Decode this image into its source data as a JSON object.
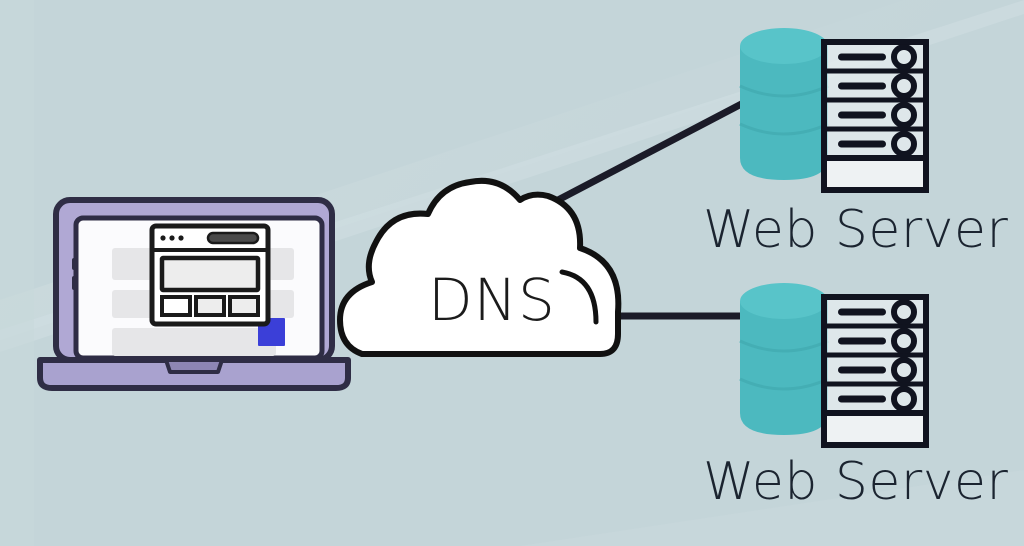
{
  "diagram": {
    "title": "DNS network topology diagram",
    "background_color": "#c4d5d9",
    "background_band_color": "#cbdade"
  },
  "client": {
    "name": "laptop-client",
    "bezel_color": "#b0a8d4",
    "outline_color": "#2f2d45",
    "screen_color": "#fbfbfd",
    "placeholder_color": "#e6e6e8",
    "accent_color": "#3b3fd8",
    "browser_mockup": {
      "name": "browser-window-mockup",
      "dot_count": 3,
      "button_count": 3,
      "outline_color": "#1a1a1a",
      "fill_color": "#ededed"
    }
  },
  "cloud": {
    "name": "dns-cloud",
    "label": "DNS",
    "fill_color": "#ffffff",
    "outline_color": "#111111"
  },
  "connections": [
    {
      "name": "cloud-to-top-server",
      "from": "dns-cloud",
      "to": "web-server-top",
      "style": "diagonal",
      "color": "#1b1b28"
    },
    {
      "name": "cloud-to-bottom-server",
      "from": "dns-cloud",
      "to": "web-server-bottom",
      "style": "horizontal",
      "color": "#1b1b28"
    }
  ],
  "servers": [
    {
      "name": "web-server-top",
      "label": "Web Server",
      "cylinder_color": "#4cb9bf",
      "cylinder_top_color": "#58c4c9",
      "cylinder_shade_color": "#45aeb4",
      "rack_outline_color": "#10131f",
      "rack_fill_color": "#eef2f3",
      "slot_count": 4,
      "empty_slot_count": 1,
      "label_color": "#1b2430"
    },
    {
      "name": "web-server-bottom",
      "label": "Web Server",
      "cylinder_color": "#4cb9bf",
      "cylinder_top_color": "#58c4c9",
      "cylinder_shade_color": "#45aeb4",
      "rack_outline_color": "#10131f",
      "rack_fill_color": "#eef2f3",
      "slot_count": 4,
      "empty_slot_count": 1,
      "label_color": "#1b2430"
    }
  ]
}
